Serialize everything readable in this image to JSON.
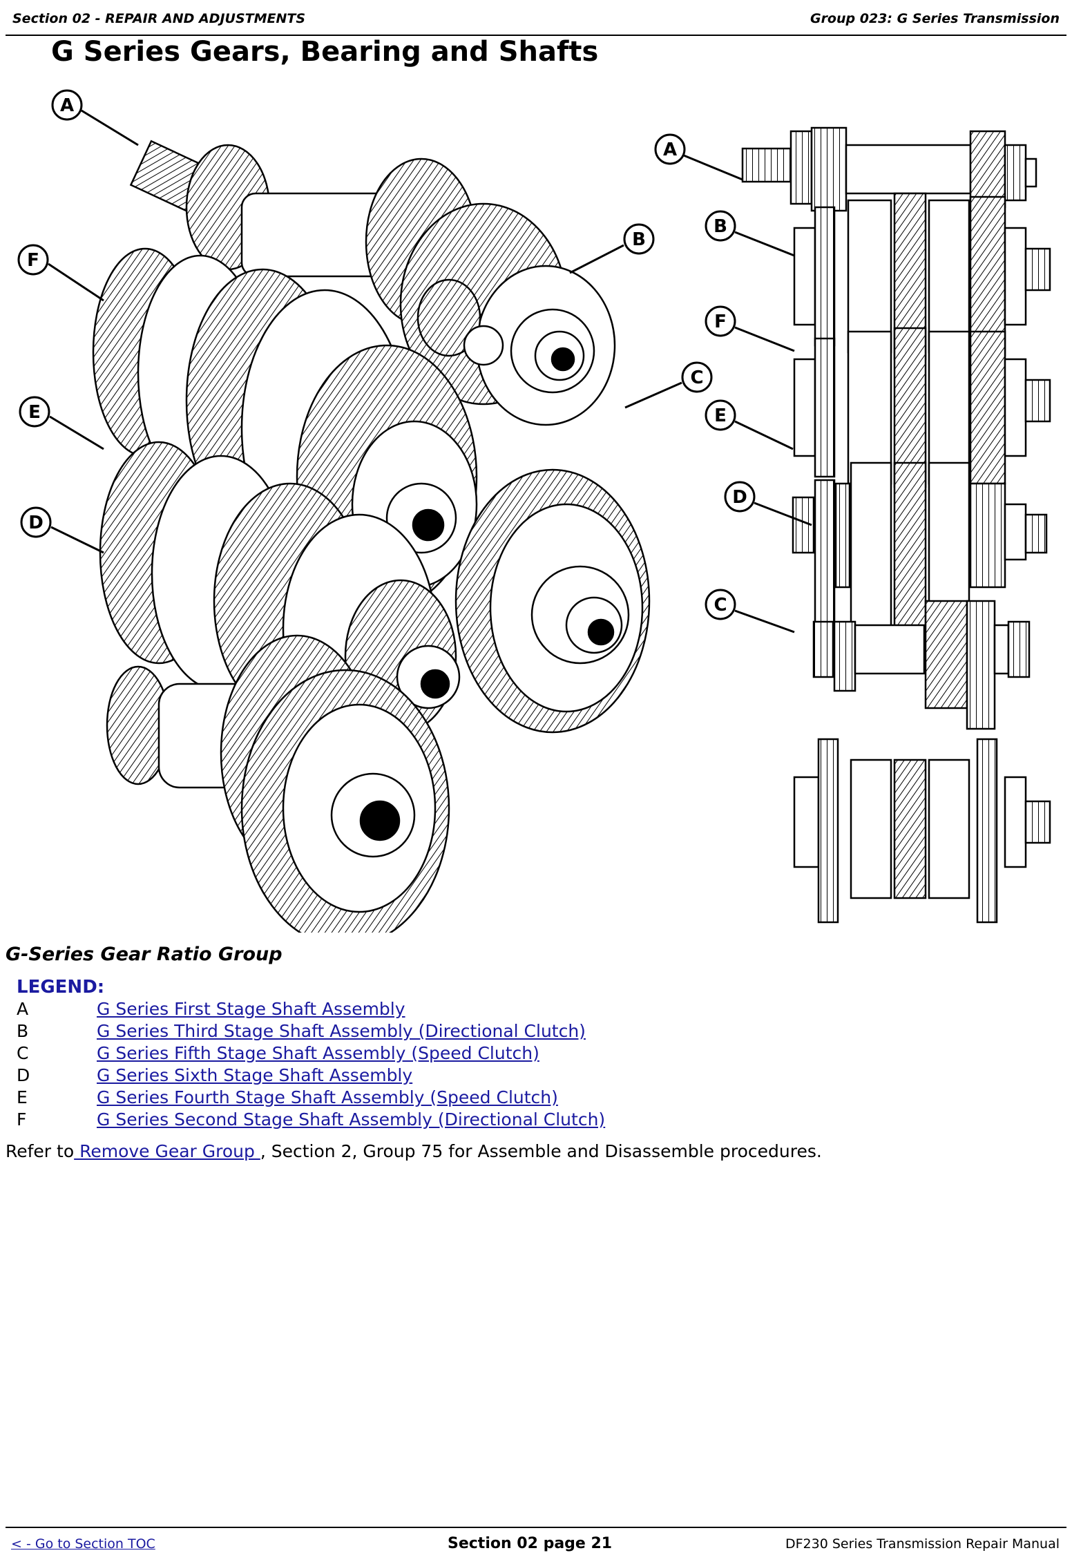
{
  "header": {
    "left": "Section 02 - REPAIR AND ADJUSTMENTS",
    "right": "Group 023: G Series Transmission"
  },
  "page_title": "G Series Gears, Bearing and Shafts",
  "figure": {
    "callouts_left": [
      "A",
      "F",
      "E",
      "D",
      "B",
      "C"
    ],
    "callouts_right": [
      "A",
      "B",
      "F",
      "E",
      "D",
      "C"
    ]
  },
  "caption": "G-Series Gear Ratio Group",
  "legend": {
    "heading": "LEGEND:",
    "items": [
      {
        "key": "A",
        "text": "G Series First Stage Shaft Assembly"
      },
      {
        "key": "B",
        "text": "G Series Third Stage Shaft Assembly (Directional Clutch)"
      },
      {
        "key": "C",
        "text": "G Series Fifth Stage Shaft Assembly (Speed Clutch)"
      },
      {
        "key": "D",
        "text": "G Series Sixth Stage Shaft Assembly"
      },
      {
        "key": "E",
        "text": "G Series Fourth Stage Shaft Assembly (Speed Clutch)"
      },
      {
        "key": "F",
        "text": "G Series Second Stage Shaft Assembly (Directional Clutch)"
      }
    ]
  },
  "refer": {
    "prefix": "Refer to",
    "link": " Remove Gear Group ",
    "suffix": ", Section 2, Group 75 for Assemble and Disassemble procedures."
  },
  "footer": {
    "left_link": "< - Go to Section TOC",
    "center": "Section 02 page 21",
    "right": "DF230 Series Transmission Repair Manual"
  },
  "colors": {
    "link": "#1a1aa0",
    "line": "#000000"
  }
}
